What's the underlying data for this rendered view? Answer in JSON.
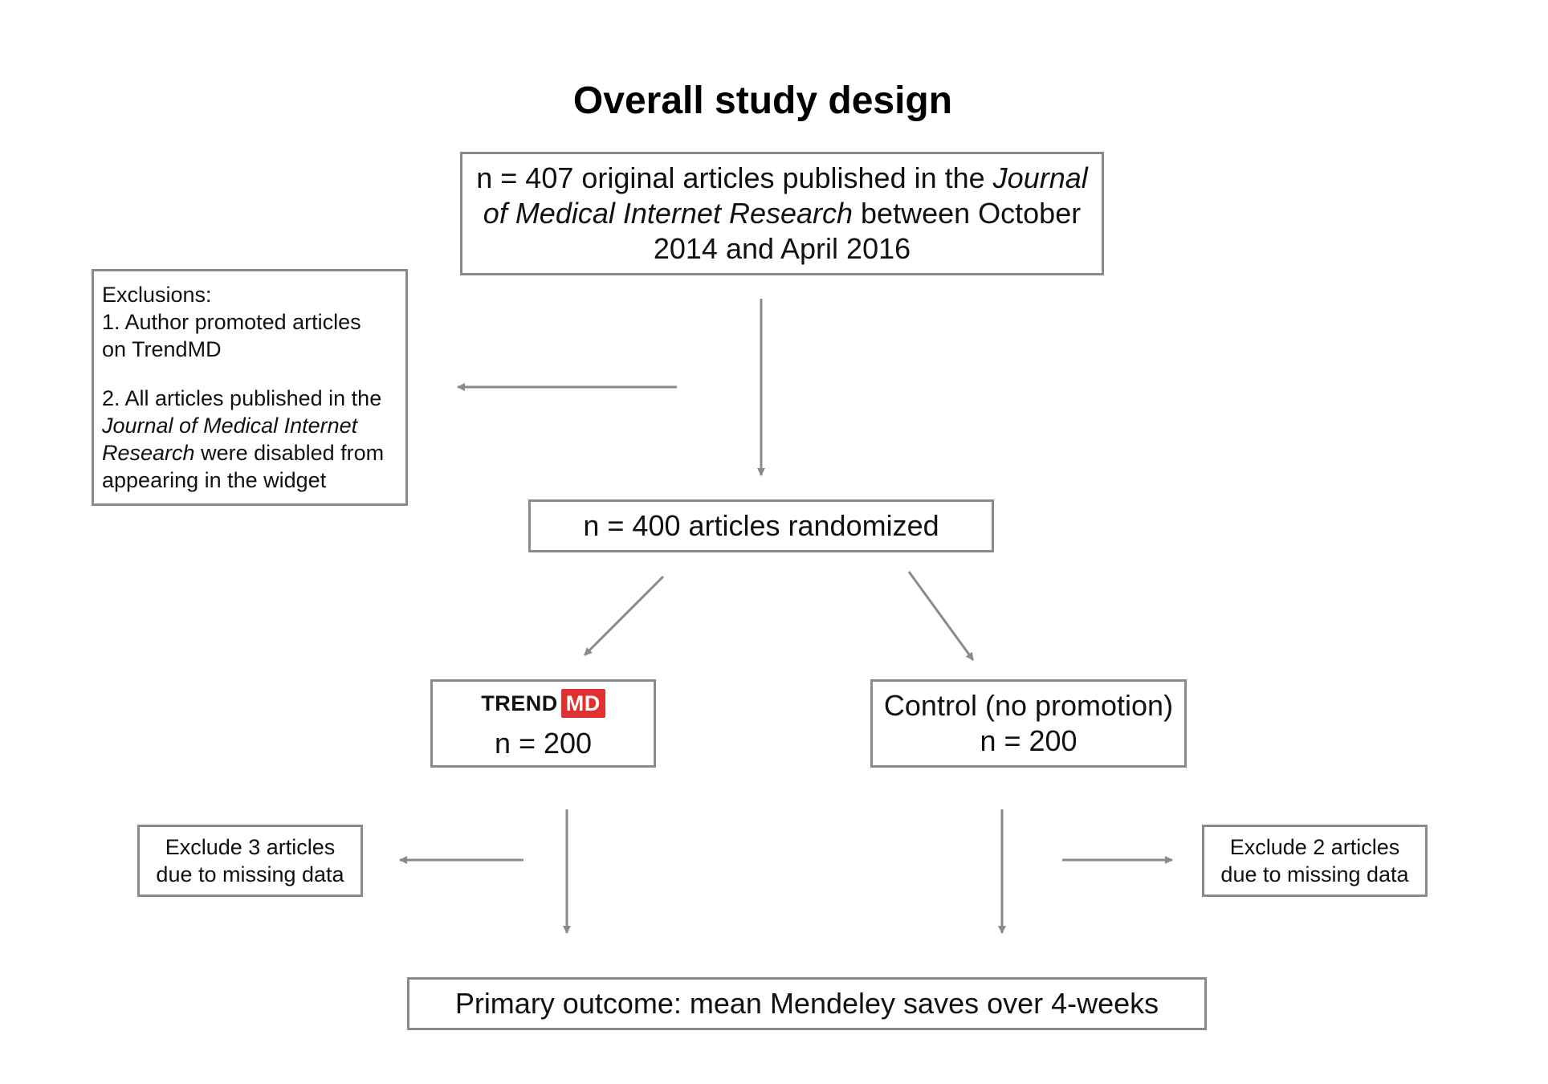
{
  "title": "Overall study design",
  "articles_box": {
    "line1_pre": "n = 407 original articles published in the ",
    "line1_em": "Journal",
    "line2_em": "of Medical Internet Research",
    "line2_post": " between October",
    "line3": "2014 and April 2016"
  },
  "exclusions_box": {
    "heading": "Exclusions:",
    "item1_l1": "1. Author promoted articles",
    "item1_l2": "on TrendMD",
    "item2_l1": "2. All articles published in the",
    "item2_l2_em": "Journal of Medical Internet",
    "item2_l3_em": "Research",
    "item2_l3_post": " were disabled from",
    "item2_l4": "appearing in the widget"
  },
  "randomized_box": {
    "label": "n = 400 articles randomized"
  },
  "trendmd_box": {
    "logo_trend": "TREND",
    "logo_md": "MD",
    "n": "n = 200",
    "logo_color": "#e03030"
  },
  "control_box": {
    "label": "Control (no promotion)",
    "n": "n = 200"
  },
  "exclude_left": {
    "line1": "Exclude 3 articles",
    "line2": "due to missing data"
  },
  "exclude_right": {
    "line1": "Exclude 2 articles",
    "line2": "due to missing data"
  },
  "outcome_box": {
    "label": "Primary outcome: mean Mendeley saves over 4-weeks"
  },
  "colors": {
    "border": "#8a8a8e",
    "arrow": "#8a8a8e"
  }
}
